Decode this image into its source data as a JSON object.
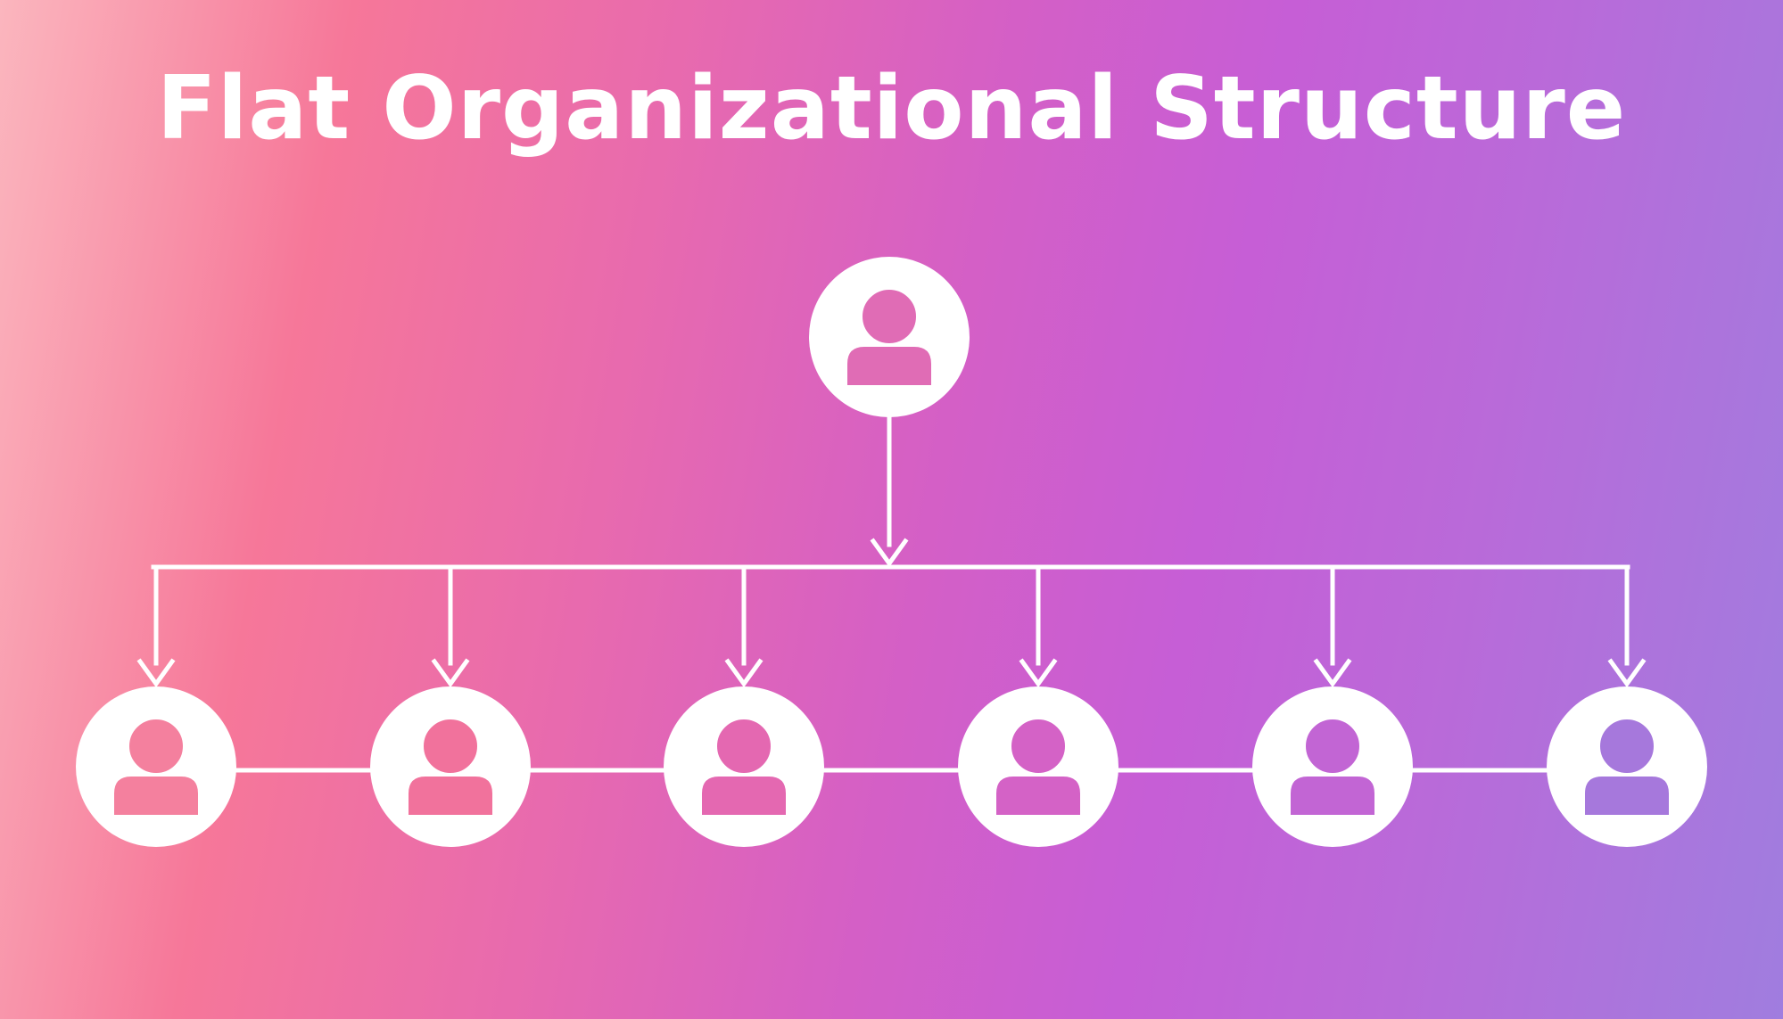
{
  "diagram": {
    "title": "Flat Organizational Structure",
    "colors": {
      "foreground": "#ffffff",
      "gradient_start": "#fbb6be",
      "gradient_mid": "#d45fc6",
      "gradient_end": "#a07ddf"
    },
    "nodes": [
      {
        "id": "leader",
        "role": "top",
        "icon": "person-icon"
      },
      {
        "id": "member-1",
        "role": "peer",
        "icon": "person-icon"
      },
      {
        "id": "member-2",
        "role": "peer",
        "icon": "person-icon"
      },
      {
        "id": "member-3",
        "role": "peer",
        "icon": "person-icon"
      },
      {
        "id": "member-4",
        "role": "peer",
        "icon": "person-icon"
      },
      {
        "id": "member-5",
        "role": "peer",
        "icon": "person-icon"
      },
      {
        "id": "member-6",
        "role": "peer",
        "icon": "person-icon"
      }
    ],
    "edges": [
      {
        "from": "leader",
        "to": "member-1",
        "type": "arrow"
      },
      {
        "from": "leader",
        "to": "member-2",
        "type": "arrow"
      },
      {
        "from": "leader",
        "to": "member-3",
        "type": "arrow"
      },
      {
        "from": "leader",
        "to": "member-4",
        "type": "arrow"
      },
      {
        "from": "leader",
        "to": "member-5",
        "type": "arrow"
      },
      {
        "from": "leader",
        "to": "member-6",
        "type": "arrow"
      },
      {
        "from": "member-1",
        "to": "member-2",
        "type": "line"
      },
      {
        "from": "member-2",
        "to": "member-3",
        "type": "line"
      },
      {
        "from": "member-3",
        "to": "member-4",
        "type": "line"
      },
      {
        "from": "member-4",
        "to": "member-5",
        "type": "line"
      },
      {
        "from": "member-5",
        "to": "member-6",
        "type": "line"
      }
    ]
  }
}
